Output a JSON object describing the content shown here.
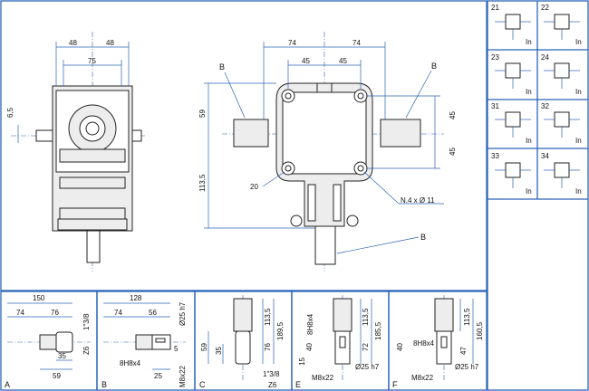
{
  "front_view": {
    "dims": {
      "w_left": "48",
      "w_right": "48",
      "w_total": "75",
      "shaft": "6,5"
    }
  },
  "side_view": {
    "dims": {
      "top_left": "74",
      "top_right": "74",
      "inner_left": "45",
      "inner_right": "45",
      "h_top": "59",
      "h_bottom": "113,5",
      "r_right_top": "45",
      "r_right_bottom": "45",
      "small": "20",
      "holes": "N.4 x Ø 11"
    },
    "labels": {
      "b1": "B",
      "b2": "B",
      "b3": "B"
    }
  },
  "config_grid": {
    "cells": [
      {
        "id": "21",
        "in": "In"
      },
      {
        "id": "22",
        "in": "In"
      },
      {
        "id": "23",
        "in": "In"
      },
      {
        "id": "24",
        "in": "In"
      },
      {
        "id": "31",
        "in": "In"
      },
      {
        "id": "32",
        "in": "In"
      },
      {
        "id": "33",
        "in": "In"
      },
      {
        "id": "34",
        "in": "In"
      }
    ]
  },
  "shafts": [
    {
      "letter": "A",
      "dims": [
        "150",
        "74",
        "76",
        "1\"3/8",
        "Z6",
        "35",
        "59"
      ]
    },
    {
      "letter": "B",
      "dims": [
        "128",
        "74",
        "56",
        "Ø25 h7",
        "8H8x4",
        "5",
        "25",
        "M8x22"
      ]
    },
    {
      "letter": "C",
      "dims": [
        "113,5",
        "189,5",
        "76",
        "59",
        "35",
        "1\"3/8",
        "Z6"
      ]
    },
    {
      "letter": "E",
      "dims": [
        "8H8x4",
        "113,5",
        "185,5",
        "72",
        "40",
        "15",
        "Ø25 h7",
        "M8x22"
      ]
    },
    {
      "letter": "F",
      "dims": [
        "113,5",
        "160,5",
        "47",
        "40",
        "8H8x4",
        "Ø25 h7",
        "M8x22"
      ]
    }
  ]
}
